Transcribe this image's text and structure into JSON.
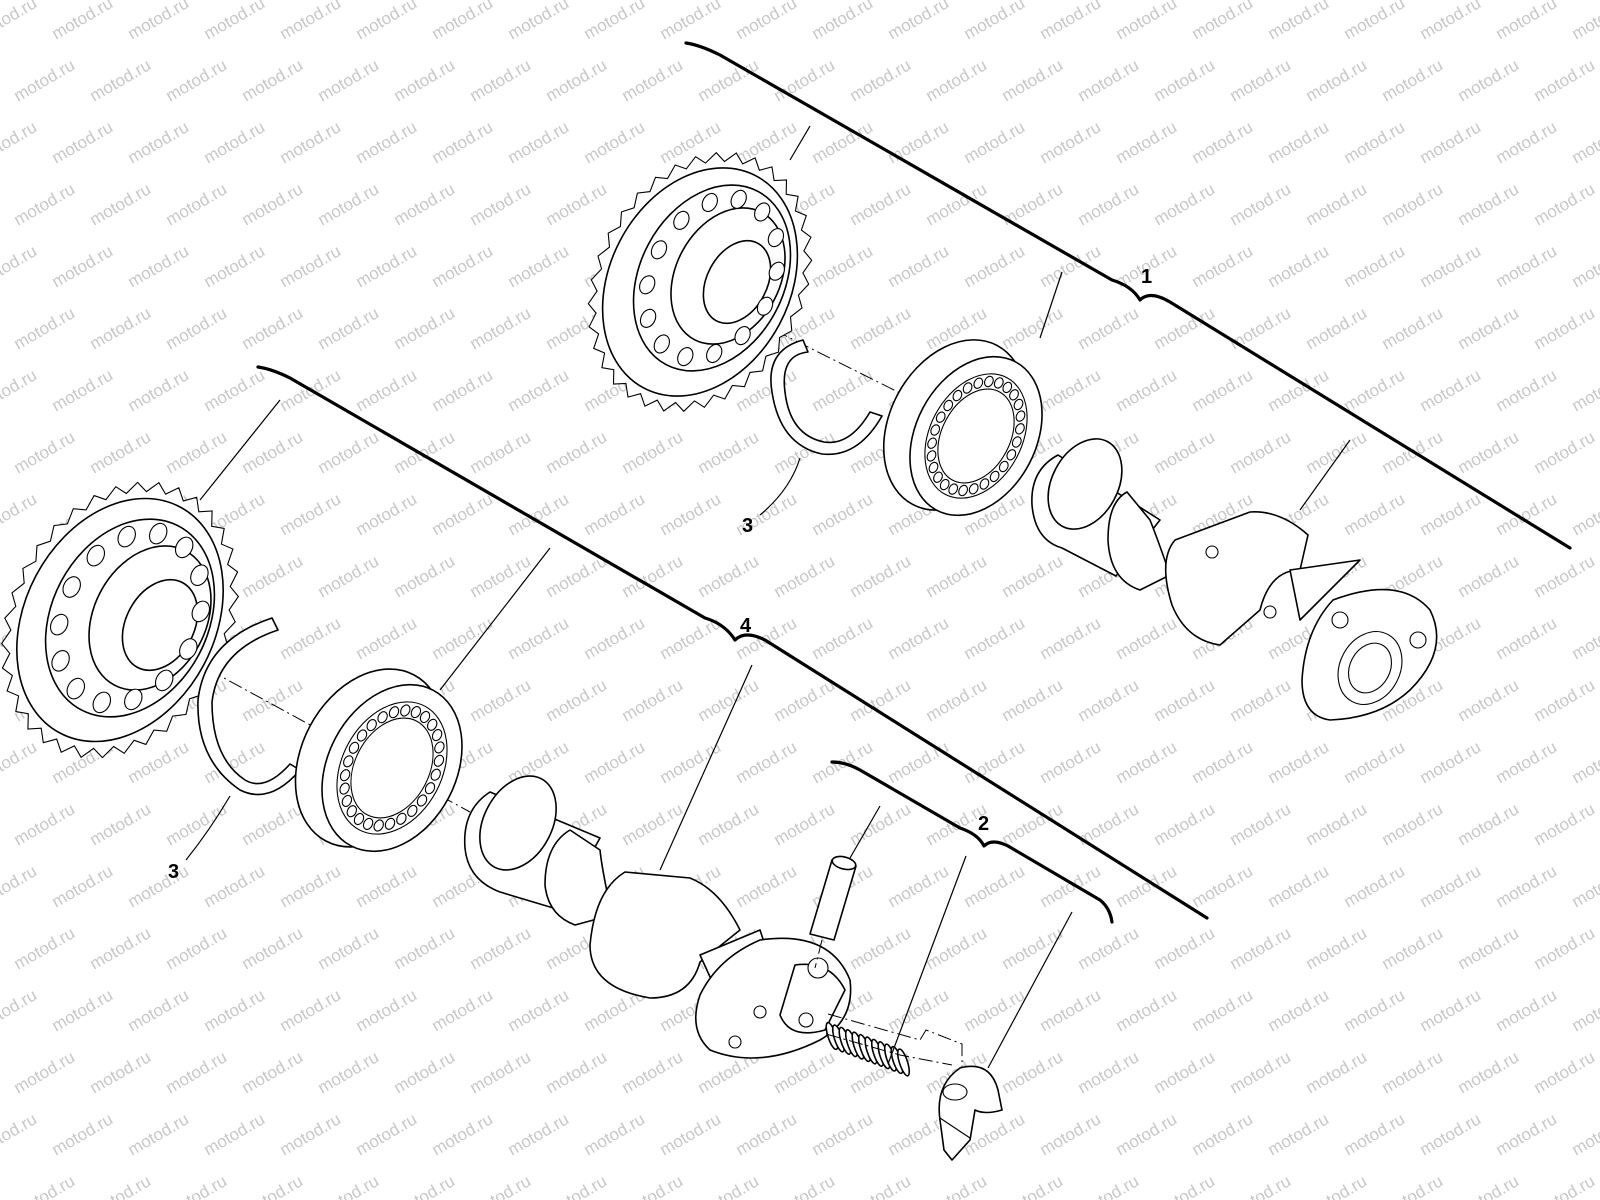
{
  "diagram": {
    "type": "exploded-parts-diagram",
    "watermark_text": "motod.ru",
    "callouts": {
      "assembly_upper": "1",
      "kit_decompressor": "2",
      "ring_upper": "3",
      "ring_lower": "3",
      "assembly_lower": "4"
    },
    "parts": [
      "upper-timing-sprocket",
      "upper-snap-ring",
      "upper-roller-bearing",
      "upper-camshaft",
      "lower-timing-sprocket",
      "lower-snap-ring",
      "lower-roller-bearing",
      "lower-camshaft",
      "decompressor-pin",
      "decompressor-spring",
      "decompressor-weight"
    ],
    "colors": {
      "line": "#000000",
      "background": "#ffffff",
      "watermark": "#c8c8c8"
    }
  }
}
